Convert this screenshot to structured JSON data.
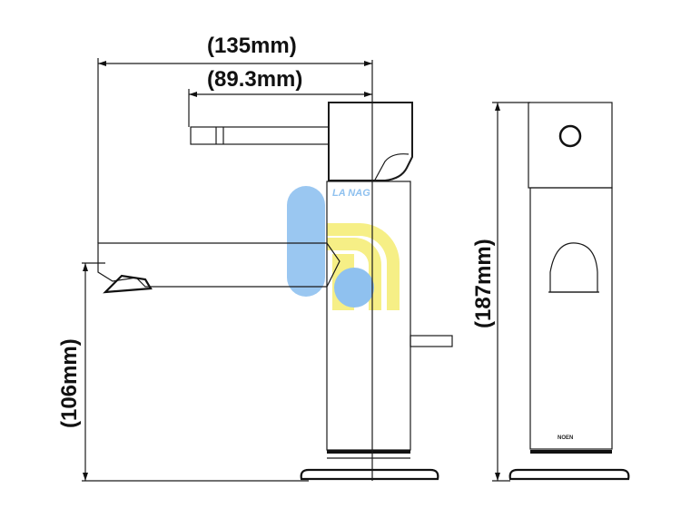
{
  "dimensions": {
    "overall_reach": "(135mm)",
    "handle_reach": "(89.3mm)",
    "spout_height": "(106mm)",
    "total_height": "(187mm)"
  },
  "watermark": {
    "text": "LA NAG",
    "colors": {
      "blue": "#8fc1ef",
      "yellow": "#f6ef86"
    }
  },
  "brand_mark": "NOEN"
}
